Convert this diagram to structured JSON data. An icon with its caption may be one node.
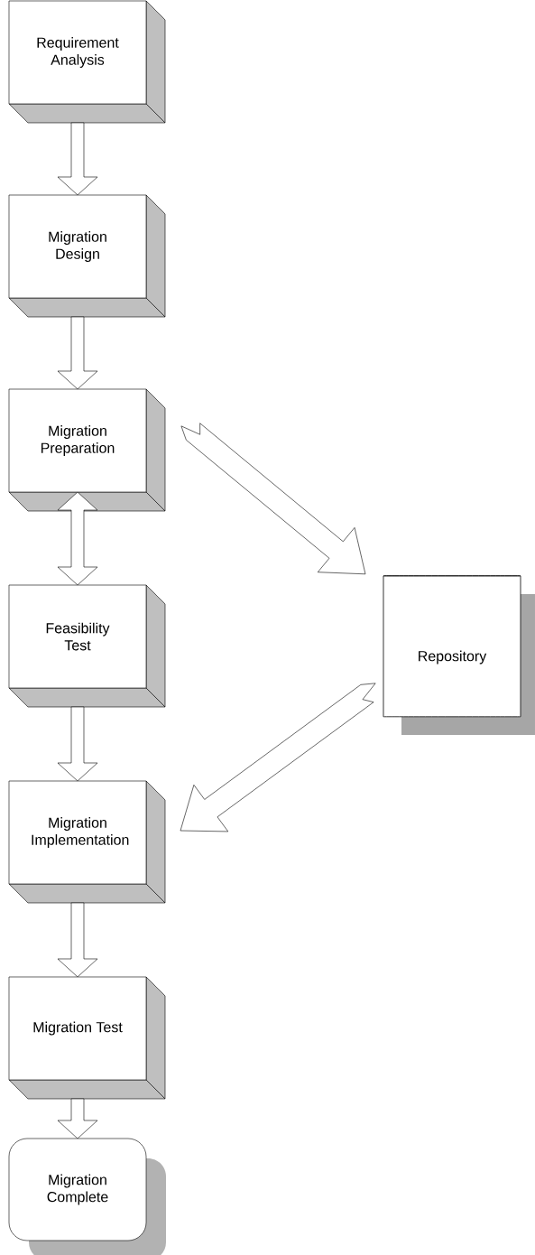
{
  "diagram": {
    "nodes": [
      {
        "text": [
          "Requirement Analysis"
        ]
      },
      {
        "text": [
          "Migration Design"
        ]
      },
      {
        "text": [
          "Migration Preparation"
        ]
      },
      {
        "text": [
          "Feasibility Test"
        ]
      },
      {
        "text": [
          "Migration Implementation"
        ]
      },
      {
        "text": [
          "Migration Test"
        ]
      },
      {
        "text": [
          "Migration Complete"
        ]
      },
      {
        "text": [
          "Repository"
        ]
      }
    ],
    "edges": [
      {
        "from": 0,
        "to": 1,
        "arrow": "to"
      },
      {
        "from": 1,
        "to": 2,
        "arrow": "to"
      },
      {
        "from": 2,
        "to": 3,
        "arrow": "both"
      },
      {
        "from": 3,
        "to": 4,
        "arrow": "to"
      },
      {
        "from": 4,
        "to": 5,
        "arrow": "to"
      },
      {
        "from": 5,
        "to": 6,
        "arrow": "to"
      },
      {
        "from": 2,
        "to": 7,
        "arrow": "to"
      },
      {
        "from": 7,
        "to": 4,
        "arrow": "to"
      }
    ]
  }
}
